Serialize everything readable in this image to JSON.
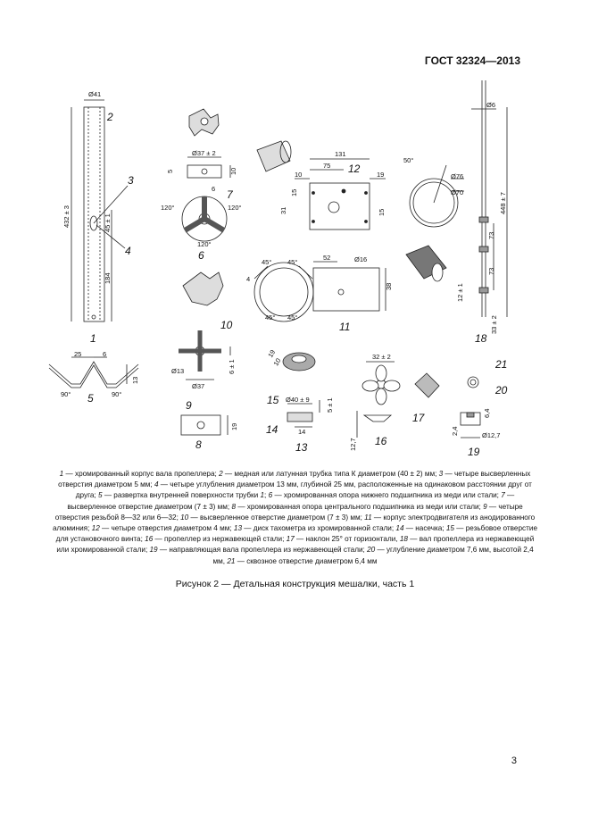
{
  "header": {
    "standard": "ГОСТ 32324—2013"
  },
  "drawing": {
    "dims": {
      "d41": "Ø41",
      "l432": "432 ± 3",
      "l45": "45 ± 1",
      "l184": "184",
      "d37_2": "Ø37 ± 2",
      "n5": "5",
      "n10": "10",
      "n6": "6",
      "a120": "120°",
      "n131": "131",
      "n75": "75",
      "n19": "19",
      "n15": "15",
      "n31": "31",
      "a50": "50°",
      "d76": "Ø76",
      "d70": "Ø70",
      "n19b": "19",
      "n10b": "10",
      "d6": "Ø6",
      "l448": "448 ± 7",
      "n73": "73",
      "n12": "12 ± 1",
      "n33": "33 ± 2",
      "a45": "45°",
      "n4": "4",
      "n52": "52",
      "d16": "Ø16",
      "n38": "38",
      "n25": "25",
      "n13": "13",
      "a90": "90°",
      "d13": "Ø13",
      "d37": "Ø37",
      "n6_1": "6 ± 1",
      "n32_2": "32 ± 2",
      "d40_9": "Ø40 ± 9",
      "n5_1": "5 ± 1",
      "n14": "14",
      "n12_7": "12,7",
      "n6_4": "6,4",
      "n2_4": "2,4",
      "d12_7": "Ø12,7"
    },
    "labels": [
      "1",
      "2",
      "3",
      "4",
      "5",
      "6",
      "7",
      "8",
      "9",
      "10",
      "11",
      "12",
      "13",
      "14",
      "15",
      "16",
      "17",
      "18",
      "19",
      "20",
      "21"
    ]
  },
  "legend": [
    {
      "n": "1",
      "t": " — хромированный корпус вала пропеллера; "
    },
    {
      "n": "2",
      "t": " — медная или латунная трубка типа К диаметром (40 ± 2) мм; "
    },
    {
      "n": "3",
      "t": " — четыре высверленных отверстия диаметром 5 мм; "
    },
    {
      "n": "4",
      "t": " — четыре углубления диаметром 13 мм, глубиной 25 мм, расположенные на одинаковом расстоянии друг от друга; "
    },
    {
      "n": "5",
      "t": " — развертка внутренней поверхности трубки "
    },
    {
      "n": "1",
      "t": "; "
    },
    {
      "n": "6",
      "t": " — хромированная опора нижнего подшипника из меди или стали; "
    },
    {
      "n": "7",
      "t": " — высверленное отверстие диаметром (7 ± 3) мм; "
    },
    {
      "n": "8",
      "t": " — хромированная опора центрального подшипника из меди или стали; "
    },
    {
      "n": "9",
      "t": " — четыре отверстия резьбой 8—32 или 6—32; "
    },
    {
      "n": "10",
      "t": " — высверленное отверстие диаметром (7 ± 3) мм; "
    },
    {
      "n": "11",
      "t": " — корпус электродвигателя из анодированного алюминия; "
    },
    {
      "n": "12",
      "t": " — четыре отверстия диаметром 4 мм; "
    },
    {
      "n": "13",
      "t": " — диск тахометра из хромированной стали; "
    },
    {
      "n": "14",
      "t": " — насечка; "
    },
    {
      "n": "15",
      "t": " — резьбовое отверстие для установочного винта; "
    },
    {
      "n": "16",
      "t": " — пропеллер из нержавеющей стали; "
    },
    {
      "n": "17",
      "t": " — наклон 25° от горизонтали, "
    },
    {
      "n": "18",
      "t": " — вал пропеллера из нержавеющей или хромированной стали; "
    },
    {
      "n": "19",
      "t": " — направляющая вала пропеллера из нержавеющей стали; "
    },
    {
      "n": "20",
      "t": " — углубление диаметром 7,6 мм, высотой 2,4 мм, "
    },
    {
      "n": "21",
      "t": " — сквозное отверстие диаметром 6,4 мм"
    }
  ],
  "caption": "Рисунок 2 — Детальная конструкция мешалки, часть 1",
  "page_number": "3"
}
